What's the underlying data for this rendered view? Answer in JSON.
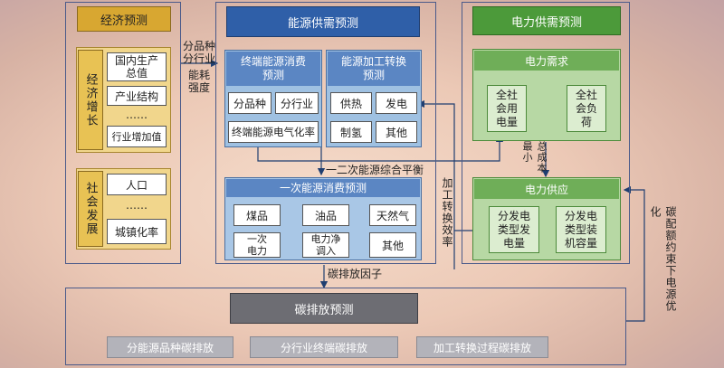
{
  "economy": {
    "title": "经济预测",
    "growth": {
      "label": "经济增长",
      "items": [
        "国内生产总值",
        "产业结构",
        "……",
        "行业增加值"
      ]
    },
    "social": {
      "label": "社会发展",
      "items": [
        "人口",
        "……",
        "城镇化率"
      ]
    }
  },
  "energy": {
    "title": "能源供需预测",
    "terminal": {
      "title": "终端能源消费预测",
      "items": [
        "分品种",
        "分行业",
        "终端能源电气化率"
      ]
    },
    "processing": {
      "title": "能源加工转换预测",
      "items": [
        "供热",
        "发电",
        "制氢",
        "其他"
      ]
    },
    "primary": {
      "title": "一次能源消费预测",
      "items": [
        "煤品",
        "油品",
        "天然气",
        "一次电力",
        "电力净调入",
        "其他"
      ]
    }
  },
  "power": {
    "title": "电力供需预测",
    "demand": {
      "title": "电力需求",
      "items": [
        "全社会用电量",
        "全社会负荷"
      ]
    },
    "supply": {
      "title": "电力供应",
      "items": [
        "分发电类型发电量",
        "分发电类型装机容量"
      ]
    }
  },
  "carbon": {
    "title": "碳排放预测",
    "items": [
      "分能源品种碳排放",
      "分行业终端碳排放",
      "加工转换过程碳排放"
    ]
  },
  "labels": {
    "by_category_industry": "分品种分行业",
    "energy_intensity": "能耗强度",
    "primary_secondary_balance": "一二次能源综合平衡",
    "conversion_efficiency": "加工转换效率",
    "min_total_cost": "总成本最小",
    "carbon_factor": "碳排放因子",
    "carbon_quota_constraint": "碳配额约束下电源优化"
  }
}
